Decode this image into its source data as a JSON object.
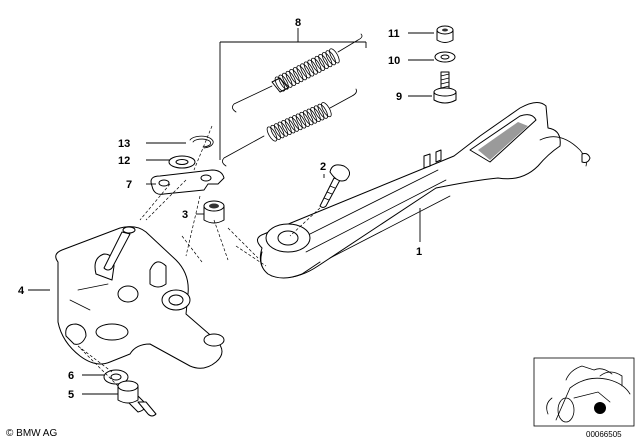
{
  "callouts": [
    {
      "id": "c1",
      "label": "1"
    },
    {
      "id": "c2",
      "label": "2"
    },
    {
      "id": "c3",
      "label": "3"
    },
    {
      "id": "c4",
      "label": "4"
    },
    {
      "id": "c5",
      "label": "5"
    },
    {
      "id": "c6",
      "label": "6"
    },
    {
      "id": "c7",
      "label": "7"
    },
    {
      "id": "c8",
      "label": "8"
    },
    {
      "id": "c9",
      "label": "9"
    },
    {
      "id": "c10",
      "label": "10"
    },
    {
      "id": "c11",
      "label": "11"
    },
    {
      "id": "c12",
      "label": "12"
    },
    {
      "id": "c13",
      "label": "13"
    }
  ],
  "footer": {
    "copyright": "© BMW AG",
    "doc_number": "00066505"
  }
}
